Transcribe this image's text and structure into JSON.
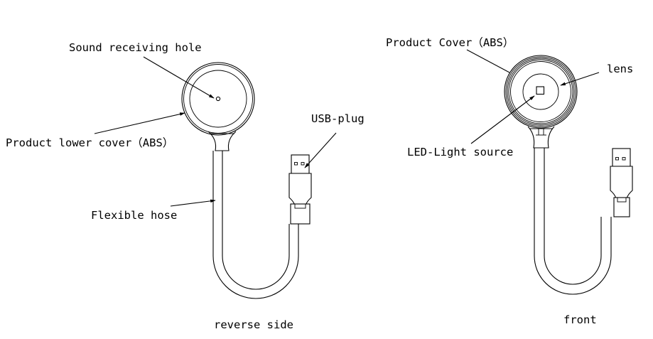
{
  "diagram": {
    "type": "product line drawing",
    "colors": {
      "line": "#000000",
      "background": "#ffffff"
    },
    "views": [
      {
        "id": "reverse",
        "caption": "reverse side",
        "callouts": [
          {
            "id": "sound-hole",
            "text": "Sound receiving hole"
          },
          {
            "id": "lower-cover",
            "text": "Product lower cover（ABS）"
          },
          {
            "id": "usb-plug",
            "text": "USB-plug"
          },
          {
            "id": "flexible-hose",
            "text": "Flexible hose"
          }
        ]
      },
      {
        "id": "front",
        "caption": "front",
        "callouts": [
          {
            "id": "product-cover",
            "text": "Product Cover（ABS）"
          },
          {
            "id": "lens",
            "text": "lens"
          },
          {
            "id": "led-light",
            "text": "LED-Light source"
          }
        ]
      }
    ]
  }
}
